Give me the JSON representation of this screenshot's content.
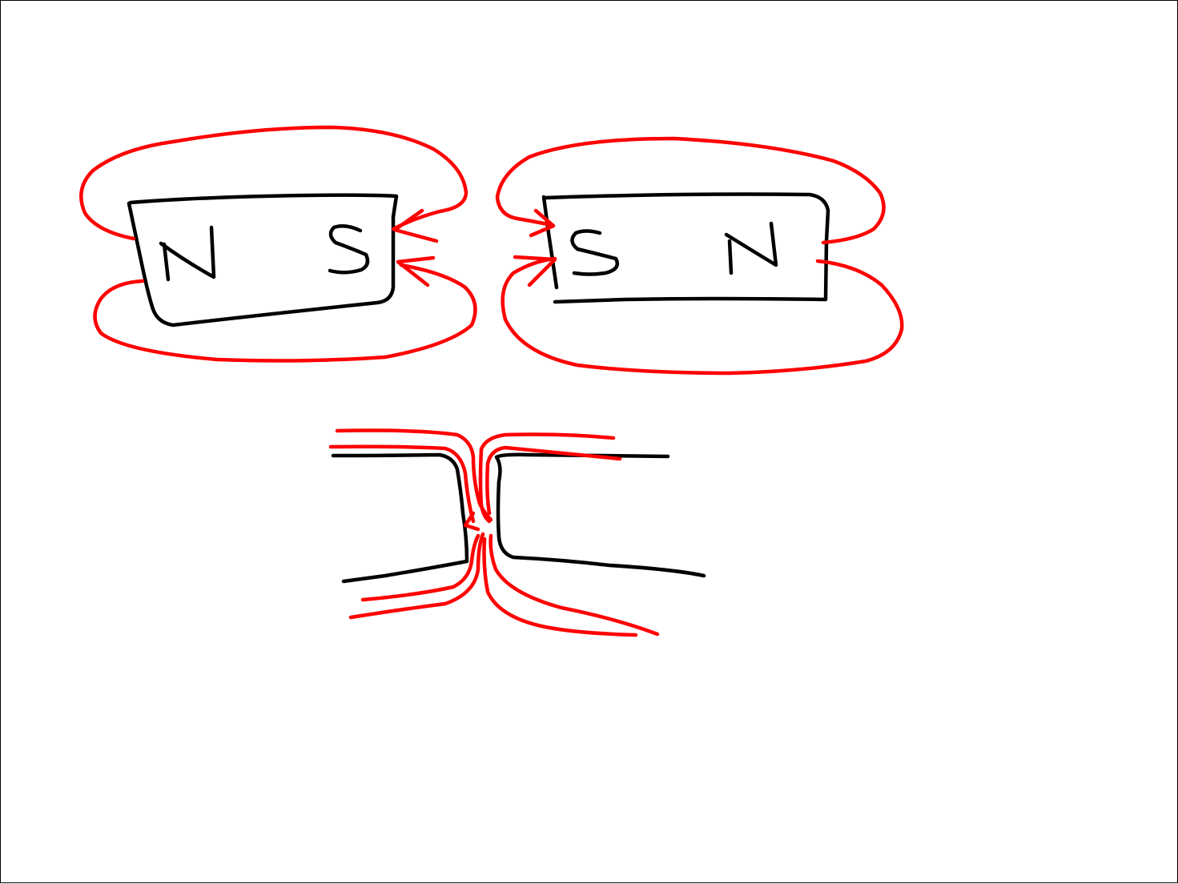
{
  "magnets": [
    {
      "name": "left-magnet",
      "poles": [
        "N",
        "S"
      ]
    },
    {
      "name": "right-magnet",
      "poles": [
        "S",
        "N"
      ]
    }
  ],
  "colors": {
    "magnet_outline": "#000000",
    "field_lines": "#ff0000",
    "background": "#ffffff"
  }
}
